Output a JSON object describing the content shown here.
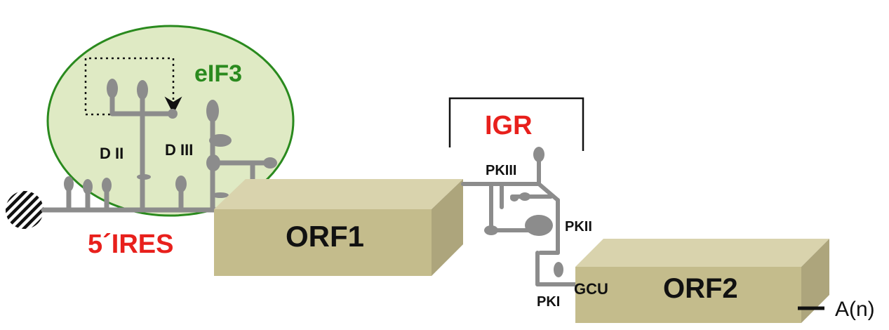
{
  "labels": {
    "eif3": "eIF3",
    "d2": "D II",
    "d3": "D III",
    "ires5": "5´IRES",
    "orf1": "ORF1",
    "igr": "IGR",
    "pkiii": "PKIII",
    "pkii": "PKII",
    "pki": "PKI",
    "gcu": "GCU",
    "orf2": "ORF2",
    "polya": "A(n)"
  },
  "colors": {
    "eif3_fill": "#dfeac4",
    "eif3_stroke": "#2a8a1e",
    "eif3_text": "#2a8a1e",
    "rna": "#8c8c8c",
    "red_text": "#e8201c",
    "box_front": "#c4bc8c",
    "box_top": "#d9d3ad",
    "box_side": "#ada57c",
    "ink": "#111111"
  }
}
